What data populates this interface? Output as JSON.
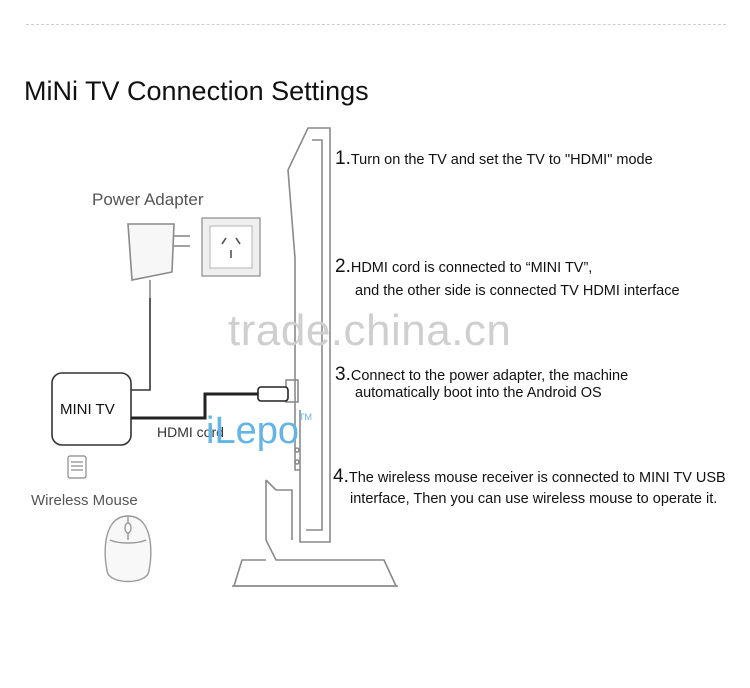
{
  "title": "MiNi TV Connection Settings",
  "labels": {
    "power_adapter": "Power Adapter",
    "mini_tv": "MINI TV",
    "hdmi_cord": "HDMI cord",
    "wireless_mouse": "Wireless Mouse"
  },
  "steps": [
    {
      "num": "1.",
      "lines": [
        "Turn on the TV and set the TV to \"HDMI\" mode"
      ]
    },
    {
      "num": "2.",
      "lines": [
        "HDMI cord is connected to “MINI TV”,",
        "and the other side is connected TV HDMI interface"
      ]
    },
    {
      "num": "3.",
      "lines": [
        "Connect to the power adapter, the machine",
        "automatically boot into the Android OS"
      ]
    },
    {
      "num": "4.",
      "lines": [
        "The wireless mouse receiver is connected to MINI TV USB",
        "interface, Then you can use wireless mouse to operate it."
      ]
    }
  ],
  "watermark": "trade.china.cn",
  "brand": {
    "name": "iLepo",
    "tm": "TM"
  }
}
